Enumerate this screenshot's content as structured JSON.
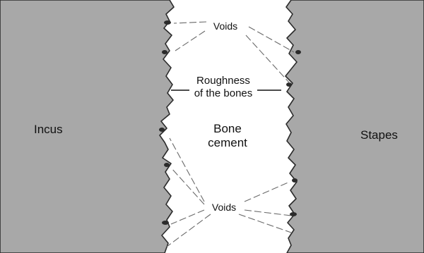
{
  "labels": {
    "incus": "Incus",
    "stapes": "Stapes",
    "bone_cement_line1": "Bone",
    "bone_cement_line2": "cement",
    "roughness_line1": "Roughness",
    "roughness_line2": "of the bones",
    "voids_top": "Voids",
    "voids_bottom": "Voids"
  },
  "colors": {
    "bone": "#a8a8a8",
    "bone_edge": "#2b2b2b",
    "cement": "#ffffff",
    "leader": "#6a6a6a"
  }
}
